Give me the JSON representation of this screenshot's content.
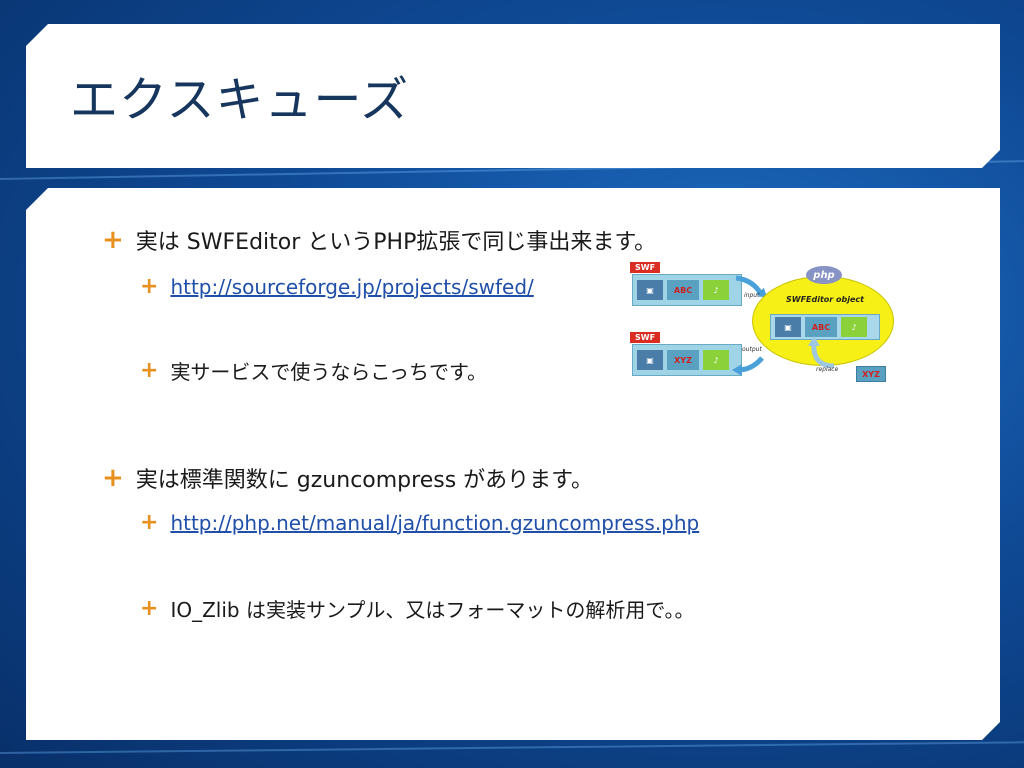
{
  "slide": {
    "title": "エクスキューズ"
  },
  "bullets": [
    {
      "marker": "+",
      "text": "実は SWFEditor というPHP拡張で同じ事出来ます。"
    },
    {
      "marker": "+",
      "link": "http://sourceforge.jp/projects/swfed/"
    },
    {
      "marker": "+",
      "text": "実サービスで使うならこっちです。"
    },
    {
      "marker": "+",
      "text": "実は標準関数に gzuncompress があります。"
    },
    {
      "marker": "+",
      "link": "http://php.net/manual/ja/function.gzuncompress.php"
    },
    {
      "marker": "+",
      "text": "IO_Zlib は実装サンプル、又はフォーマットの解析用で。。"
    }
  ],
  "diagram": {
    "swf_label": "SWF",
    "strip1_cells": [
      "",
      "ABC",
      "♪"
    ],
    "strip2_cells": [
      "",
      "XYZ",
      "♪"
    ],
    "object_cells": [
      "",
      "ABC",
      "♪"
    ],
    "php_label": "php",
    "object_label": "SWFEditor object",
    "input_label": "input",
    "output_label": "output",
    "replace_label": "replace",
    "replace_value": "XYZ"
  },
  "colors": {
    "background": "#0f4a96",
    "title": "#16365d",
    "marker": "#e8901e",
    "link": "#1f4fa8"
  }
}
